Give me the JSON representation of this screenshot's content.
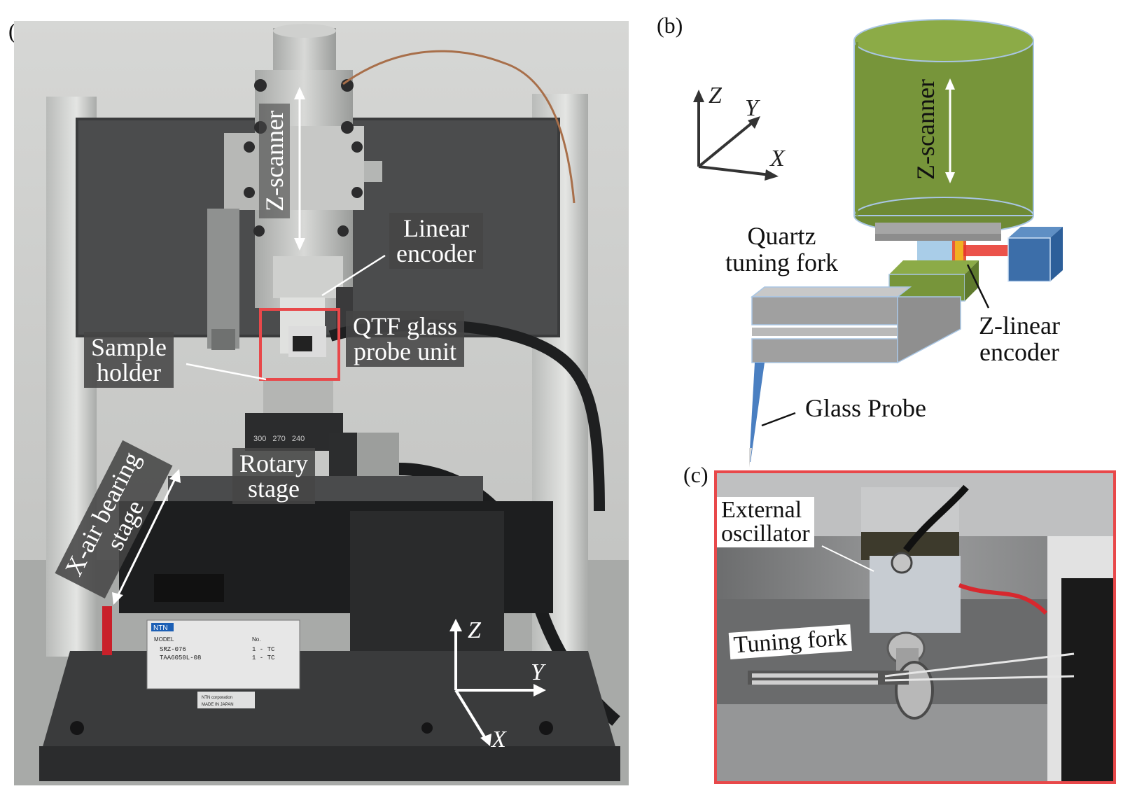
{
  "panels": {
    "a": {
      "label": "(a)"
    },
    "b": {
      "label": "(b)"
    },
    "c": {
      "label": "(c)"
    }
  },
  "panel_a": {
    "z_scanner": "Z-scanner",
    "linear_encoder": [
      "Linear",
      "encoder"
    ],
    "qtf_unit": [
      "QTF glass",
      "probe unit"
    ],
    "sample_holder": [
      "Sample",
      "holder"
    ],
    "rotary_stage": [
      "Rotary",
      "stage"
    ],
    "x_air_stage": [
      "X-air bearing",
      "stage"
    ],
    "axes": {
      "z": "Z",
      "y": "Y",
      "x": "X"
    },
    "nameplate": {
      "brand": "NTN",
      "model_label": "MODEL",
      "no_label": "No.",
      "model_1": "SRZ-076",
      "model_2": "TAA6050L-08",
      "no_1": "1 - TC",
      "no_2": "1 - TC",
      "corp": "NTN corporation",
      "origin": "MADE IN JAPAN"
    },
    "dial_marks": [
      "300",
      "270",
      "240"
    ]
  },
  "panel_b": {
    "z_scanner": "Z-scanner",
    "quartz": [
      "Quartz",
      "tuning fork"
    ],
    "z_linear": [
      "Z-linear",
      "encoder"
    ],
    "z_linear_italic": "Z",
    "glass_probe": "Glass Probe",
    "axes": {
      "z": "Z",
      "y": "Y",
      "x": "X"
    },
    "colors": {
      "cylinder": "#77953a",
      "cube": "#3c6ea9",
      "glass": "#d9d9d9",
      "laser": "#e8342a"
    }
  },
  "panel_c": {
    "external_oscillator": [
      "External",
      "oscillator"
    ],
    "tuning_fork": "Tuning fork",
    "frame_color": "#e8484a"
  }
}
